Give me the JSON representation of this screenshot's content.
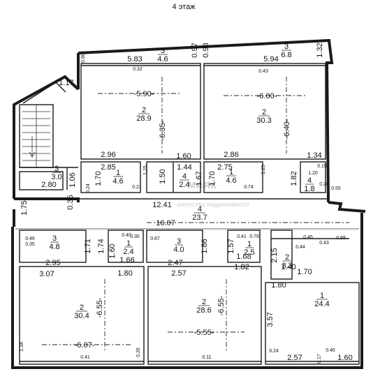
{
  "title": "4 этаж",
  "watermark": {
    "brand": "МАЯК",
    "subtitle": "агентство недвижимости"
  },
  "rooms": [
    {
      "id": "r1",
      "number": "3",
      "area": "4.6"
    },
    {
      "id": "r2",
      "number": "3",
      "area": "6.8"
    },
    {
      "id": "r3",
      "number": "2",
      "area": "28.9"
    },
    {
      "id": "r4",
      "number": "2",
      "area": "30.3"
    },
    {
      "id": "r5",
      "number": "1",
      "area": "4.6"
    },
    {
      "id": "r6",
      "number": "4",
      "area": "2.4"
    },
    {
      "id": "r7",
      "number": "1",
      "area": "4.6"
    },
    {
      "id": "r8",
      "number": "4",
      "area": "1.8"
    },
    {
      "id": "r9",
      "number": "3",
      "area": "3.0"
    },
    {
      "id": "r10",
      "number": "4",
      "area": "23.7"
    },
    {
      "id": "r11",
      "number": "3",
      "area": "4.8"
    },
    {
      "id": "r12",
      "number": "1",
      "area": "2.4"
    },
    {
      "id": "r13",
      "number": "3",
      "area": "4.0"
    },
    {
      "id": "r14",
      "number": "1",
      "area": "2.5"
    },
    {
      "id": "r15",
      "number": "2",
      "area": "3.3"
    },
    {
      "id": "r16",
      "number": "2",
      "area": "30.4"
    },
    {
      "id": "r17",
      "number": "2",
      "area": "28.6"
    },
    {
      "id": "r18",
      "number": "1",
      "area": "24.4"
    }
  ],
  "dimensions": [
    {
      "id": "d1",
      "text": "5.83"
    },
    {
      "id": "d2",
      "text": "0.97"
    },
    {
      "id": "d3",
      "text": "0.98"
    },
    {
      "id": "d4",
      "text": "5.94"
    },
    {
      "id": "d5",
      "text": "1.32"
    },
    {
      "id": "d6",
      "text": "0.80"
    },
    {
      "id": "d7",
      "text": "1.17"
    },
    {
      "id": "d8",
      "text": "-5.90-"
    },
    {
      "id": "d9",
      "text": "-6.00-"
    },
    {
      "id": "d10",
      "text": "-6.35-"
    },
    {
      "id": "d11",
      "text": "-6.40-"
    },
    {
      "id": "d12",
      "text": "2.96"
    },
    {
      "id": "d13",
      "text": "1.60"
    },
    {
      "id": "d14",
      "text": "2.86"
    },
    {
      "id": "d15",
      "text": "1.34"
    },
    {
      "id": "d16",
      "text": "2.85"
    },
    {
      "id": "d17",
      "text": "1.44"
    },
    {
      "id": "d18",
      "text": "2.75"
    },
    {
      "id": "d19",
      "text": "1.70"
    },
    {
      "id": "d20",
      "text": "1.25"
    },
    {
      "id": "d21",
      "text": "1.50"
    },
    {
      "id": "d22",
      "text": "1.67"
    },
    {
      "id": "d23",
      "text": "1.70"
    },
    {
      "id": "d24",
      "text": "1.25"
    },
    {
      "id": "d25",
      "text": "1.82"
    },
    {
      "id": "d26",
      "text": "1.20"
    },
    {
      "id": "d27",
      "text": "2.80"
    },
    {
      "id": "d28",
      "text": "1.06"
    },
    {
      "id": "d29",
      "text": "0.55"
    },
    {
      "id": "d30",
      "text": "1.75"
    },
    {
      "id": "d31",
      "text": "0.35"
    },
    {
      "id": "d32",
      "text": "12.41"
    },
    {
      "id": "d33",
      "text": "16.07"
    },
    {
      "id": "d34",
      "text": "1.71"
    },
    {
      "id": "d35",
      "text": "1.74"
    },
    {
      "id": "d36",
      "text": "1.60"
    },
    {
      "id": "d37",
      "text": "1.86"
    },
    {
      "id": "d38",
      "text": "1.57"
    },
    {
      "id": "d39",
      "text": "2.95"
    },
    {
      "id": "d40",
      "text": "1.66"
    },
    {
      "id": "d41",
      "text": "2.47"
    },
    {
      "id": "d42",
      "text": "1.68"
    },
    {
      "id": "d43",
      "text": "2.15"
    },
    {
      "id": "d44",
      "text": "1.40"
    },
    {
      "id": "d45",
      "text": "1.70"
    },
    {
      "id": "d46",
      "text": "1.82"
    },
    {
      "id": "d47",
      "text": "3.07"
    },
    {
      "id": "d48",
      "text": "1.80"
    },
    {
      "id": "d49",
      "text": "2.57"
    },
    {
      "id": "d50",
      "text": "1.80"
    },
    {
      "id": "d51",
      "text": "-6.55-"
    },
    {
      "id": "d52",
      "text": "-6.55-"
    },
    {
      "id": "d53",
      "text": "3.57"
    },
    {
      "id": "d54",
      "text": "-6.07-"
    },
    {
      "id": "d55",
      "text": "-5.55-"
    },
    {
      "id": "d56",
      "text": "2.57"
    },
    {
      "id": "d57",
      "text": "1.60"
    },
    {
      "id": "d58",
      "text": "1.34"
    }
  ],
  "small_dims": [
    {
      "id": "s1",
      "text": "0.32"
    },
    {
      "id": "s2",
      "text": "0.43"
    },
    {
      "id": "s3",
      "text": "0.15"
    },
    {
      "id": "s4",
      "text": "0.24"
    },
    {
      "id": "s5",
      "text": "0.21"
    },
    {
      "id": "s6",
      "text": "0.74"
    },
    {
      "id": "s7",
      "text": "0.20"
    },
    {
      "id": "s8",
      "text": "0.46"
    },
    {
      "id": "s9",
      "text": "0.35"
    },
    {
      "id": "s10",
      "text": "0.40"
    },
    {
      "id": "s11",
      "text": "0.67"
    },
    {
      "id": "s12",
      "text": "0.30"
    },
    {
      "id": "s13",
      "text": "0.41"
    },
    {
      "id": "s14",
      "text": "0.79"
    },
    {
      "id": "s15",
      "text": "0.43"
    },
    {
      "id": "s16",
      "text": "0.89"
    },
    {
      "id": "s17",
      "text": "0.44"
    },
    {
      "id": "s18",
      "text": "0.45"
    },
    {
      "id": "s19",
      "text": "0.24"
    },
    {
      "id": "s20",
      "text": "0.26"
    },
    {
      "id": "s21",
      "text": "0.11"
    },
    {
      "id": "s22",
      "text": "0.41"
    },
    {
      "id": "s23",
      "text": "0.46"
    },
    {
      "id": "s24",
      "text": "0.17"
    }
  ]
}
